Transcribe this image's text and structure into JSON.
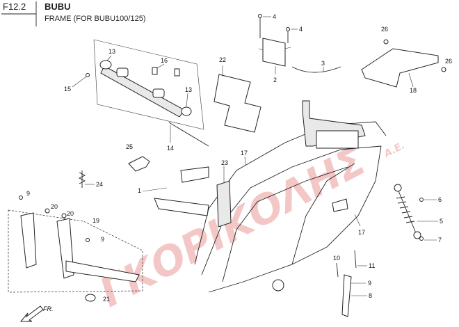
{
  "header": {
    "figure_code": "F12.2",
    "model": "BUBU",
    "subtitle": "FRAME (FOR BUBU100/125)",
    "front_label": "FR."
  },
  "watermark": {
    "text": "ΓΚΟΡΙΚΟΛΗΣ",
    "suffix": "Α.Ε.",
    "color": "#e8a0a0"
  },
  "callouts": {
    "c1": "1",
    "c2": "2",
    "c3": "3",
    "c4a": "4",
    "c4b": "4",
    "c5": "5",
    "c6": "6",
    "c7": "7",
    "c8": "8",
    "c9a": "9",
    "c9b": "9",
    "c9c": "9",
    "c10": "10",
    "c11": "11",
    "c13a": "13",
    "c13b": "13",
    "c14": "14",
    "c15": "15",
    "c16": "16",
    "c17a": "17",
    "c17b": "17",
    "c18": "18",
    "c19": "19",
    "c20a": "20",
    "c20b": "20",
    "c21": "21",
    "c22": "22",
    "c23": "23",
    "c24": "24",
    "c25": "25",
    "c26a": "26",
    "c26b": "26"
  }
}
